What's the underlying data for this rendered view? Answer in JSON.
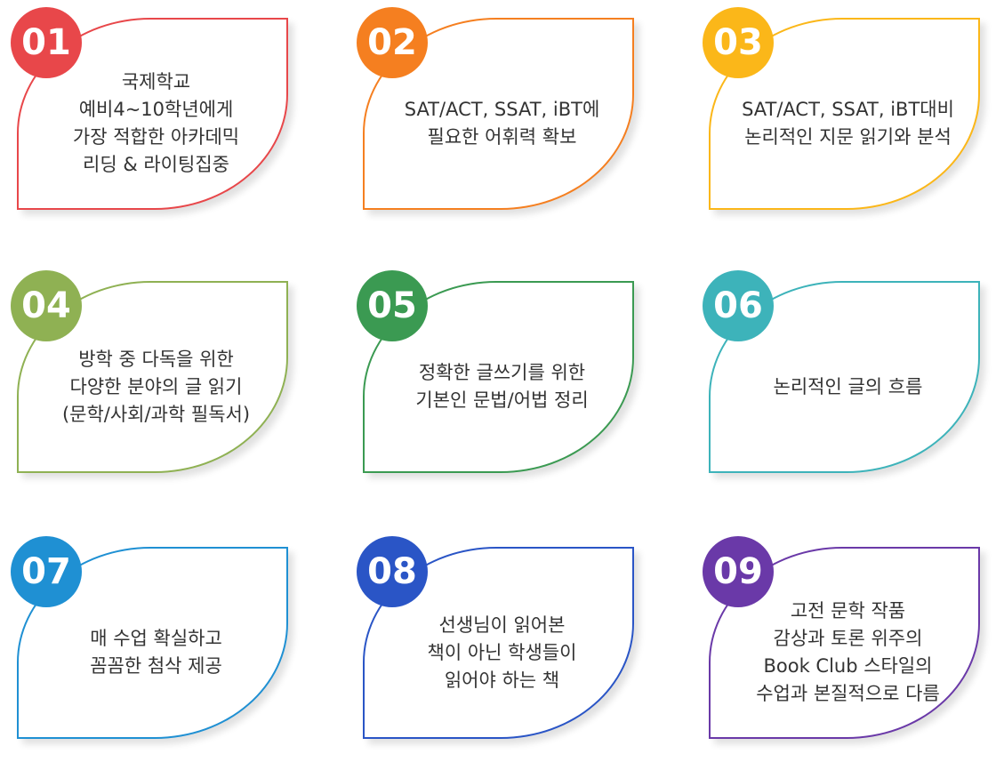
{
  "cards": [
    {
      "number": "01",
      "color": "#e8474a",
      "lines": [
        "국제학교",
        "예비4~10학년에게",
        "가장 적합한 아카데믹",
        "리딩 & 라이팅집중"
      ]
    },
    {
      "number": "02",
      "color": "#f57f20",
      "lines": [
        "SAT/ACT, SSAT, iBT에",
        "필요한 어휘력 확보"
      ]
    },
    {
      "number": "03",
      "color": "#fbb719",
      "lines": [
        "SAT/ACT, SSAT, iBT대비",
        "논리적인 지문 읽기와 분석"
      ]
    },
    {
      "number": "04",
      "color": "#8fb153",
      "lines": [
        "방학 중 다독을 위한",
        "다양한 분야의 글 읽기",
        "(문학/사회/과학 필독서)"
      ]
    },
    {
      "number": "05",
      "color": "#3b9a52",
      "lines": [
        "정확한 글쓰기를 위한",
        "기본인 문법/어법 정리"
      ]
    },
    {
      "number": "06",
      "color": "#3db3ba",
      "lines": [
        "논리적인 글의 흐름"
      ]
    },
    {
      "number": "07",
      "color": "#1f90d3",
      "lines": [
        "매 수업 확실하고",
        "꼼꼼한 첨삭 제공"
      ]
    },
    {
      "number": "08",
      "color": "#2a55c6",
      "lines": [
        "선생님이 읽어본",
        "책이 아닌 학생들이",
        "읽어야 하는 책"
      ]
    },
    {
      "number": "09",
      "color": "#6a39a8",
      "lines": [
        "고전 문학 작품",
        "감상과 토론 위주의",
        "Book Club 스타일의",
        "수업과 본질적으로 다름"
      ]
    }
  ]
}
